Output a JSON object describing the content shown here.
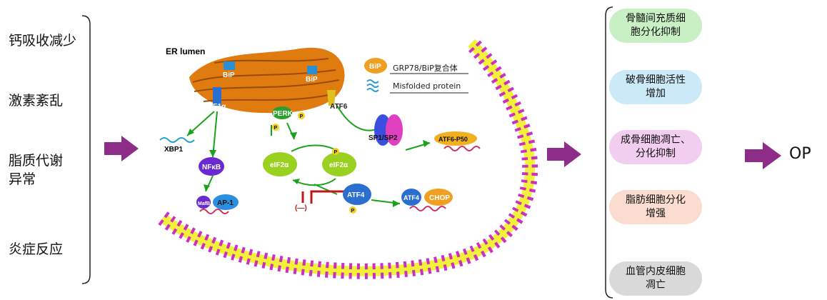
{
  "left_factors": [
    "钙吸收减少",
    "激素紊乱",
    "脂质代谢\n异常",
    "炎症反应"
  ],
  "diagram": {
    "er_lumen": "ER lumen",
    "bip": "BiP",
    "ire1": "IRE1α",
    "perk": "PERK",
    "atf6": "ATF6",
    "xbp1": "XBP1",
    "nfkb": "NFκB",
    "mafb": "MafB",
    "ap1": "AP-1",
    "eif2a": "eIF2α",
    "p": "P",
    "atf4": "ATF4",
    "chop": "CHOP",
    "sp": "SP1/SP2",
    "atf6p50": "ATF6-P50",
    "inhibit": "(—)",
    "legend_bip": "BiP",
    "legend_complex": "GRP78/BiP复合体",
    "legend_misfolded": "Misfolded  protein"
  },
  "right_outcomes": [
    {
      "text": "骨髓间充质细\n胞分化抑制",
      "color": "#c9f0c4"
    },
    {
      "text": "破骨细胞活性\n增加",
      "color": "#cbe9f7"
    },
    {
      "text": "成骨细胞凋亡、\n分化抑制",
      "color": "#f1cdef"
    },
    {
      "text": "脂肪细胞分化\n增强",
      "color": "#fbdcd0"
    },
    {
      "text": "血管内皮细胞\n凋亡",
      "color": "#d9d9d9"
    }
  ],
  "result": "OP",
  "colors": {
    "arrow": "#8e2c8a",
    "pathway": "#1aa31a",
    "membrane": "#c724c4",
    "er": "#e07b10"
  }
}
